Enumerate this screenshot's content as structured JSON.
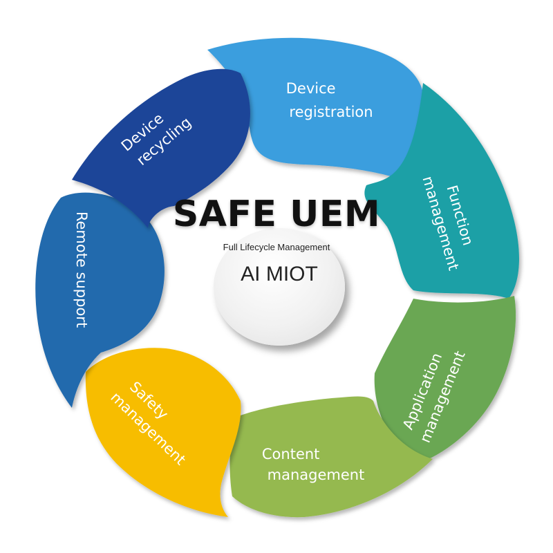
{
  "title": "SAFE UEM",
  "subtitle": "Full Lifecycle Management",
  "hub": {
    "label": "AI MIOT"
  },
  "segments": [
    {
      "id": "device-registration",
      "lines": [
        "Device",
        "registration"
      ],
      "color": "#3b9ede"
    },
    {
      "id": "function-management",
      "lines": [
        "Function",
        "management"
      ],
      "color": "#1ba0a6"
    },
    {
      "id": "application-management",
      "lines": [
        "Application",
        "management"
      ],
      "color": "#6aa753"
    },
    {
      "id": "content-management",
      "lines": [
        "Content",
        "management"
      ],
      "color": "#95b94f"
    },
    {
      "id": "safety-management",
      "lines": [
        "Safety",
        "management"
      ],
      "color": "#f7bd00"
    },
    {
      "id": "remote-support",
      "lines": [
        "Remote support"
      ],
      "color": "#236aad"
    },
    {
      "id": "device-recycling",
      "lines": [
        "Device",
        "recycling"
      ],
      "color": "#1f4598"
    }
  ]
}
